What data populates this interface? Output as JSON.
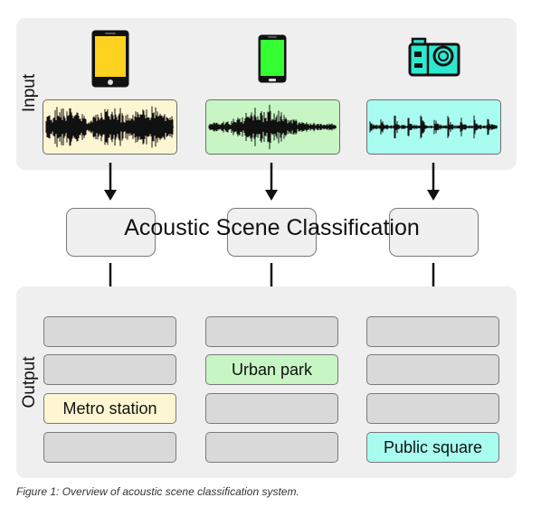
{
  "labels": {
    "input": "Input",
    "output": "Output",
    "classifier": "Acoustic Scene Classification"
  },
  "caption": "Figure 1: Overview of acoustic scene classification system.",
  "columns": [
    {
      "device": "smartphone-yellow",
      "device_color": "#ffd21f",
      "wave_bg": "#fef6d3",
      "highlight_row": 2,
      "highlight_label": "Metro station",
      "highlight_color": "#fef6d3"
    },
    {
      "device": "smartphone-green",
      "device_color": "#33ff33",
      "wave_bg": "#c7f5c4",
      "highlight_row": 1,
      "highlight_label": "Urban park",
      "highlight_color": "#c7f5c4"
    },
    {
      "device": "action-camera-cyan",
      "device_color": "#2ee8d0",
      "wave_bg": "#a8fcf0",
      "highlight_row": 3,
      "highlight_label": "Public square",
      "highlight_color": "#a8fcf0"
    }
  ],
  "colors": {
    "panel": "#efefef",
    "empty_box": "#d9d9d9",
    "border": "#7a7a7a"
  }
}
